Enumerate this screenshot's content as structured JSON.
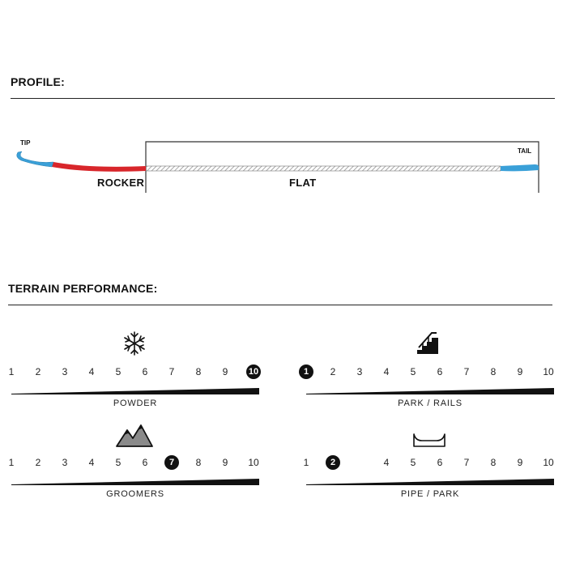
{
  "profile": {
    "heading": "PROFILE:",
    "tip_label": "TIP",
    "tail_label": "TAIL",
    "rocker_label": "ROCKER",
    "flat_label": "FLAT",
    "colors": {
      "tip_tail": "#3aa0d8",
      "rocker": "#d8262b",
      "flat_hatch": "#9a9a9a"
    }
  },
  "terrain": {
    "heading": "TERRAIN PERFORMANCE:",
    "scales": [
      {
        "name": "POWDER",
        "icon": "snowflake-icon",
        "selected": 10,
        "numbers": [
          "1",
          "2",
          "3",
          "4",
          "5",
          "6",
          "7",
          "8",
          "9",
          "10"
        ]
      },
      {
        "name": "PARK / RAILS",
        "icon": "rail-stairs-icon",
        "selected": 1,
        "numbers": [
          "1",
          "2",
          "3",
          "4",
          "5",
          "6",
          "7",
          "8",
          "9",
          "10"
        ]
      },
      {
        "name": "GROOMERS",
        "icon": "mountains-icon",
        "selected": 7,
        "numbers": [
          "1",
          "2",
          "3",
          "4",
          "5",
          "6",
          "7",
          "8",
          "9",
          "10"
        ]
      },
      {
        "name": "PIPE / PARK",
        "icon": "halfpipe-icon",
        "selected": 2,
        "numbers": [
          "1",
          "2",
          "",
          "4",
          "5",
          "6",
          "7",
          "8",
          "9",
          "10"
        ]
      }
    ]
  }
}
